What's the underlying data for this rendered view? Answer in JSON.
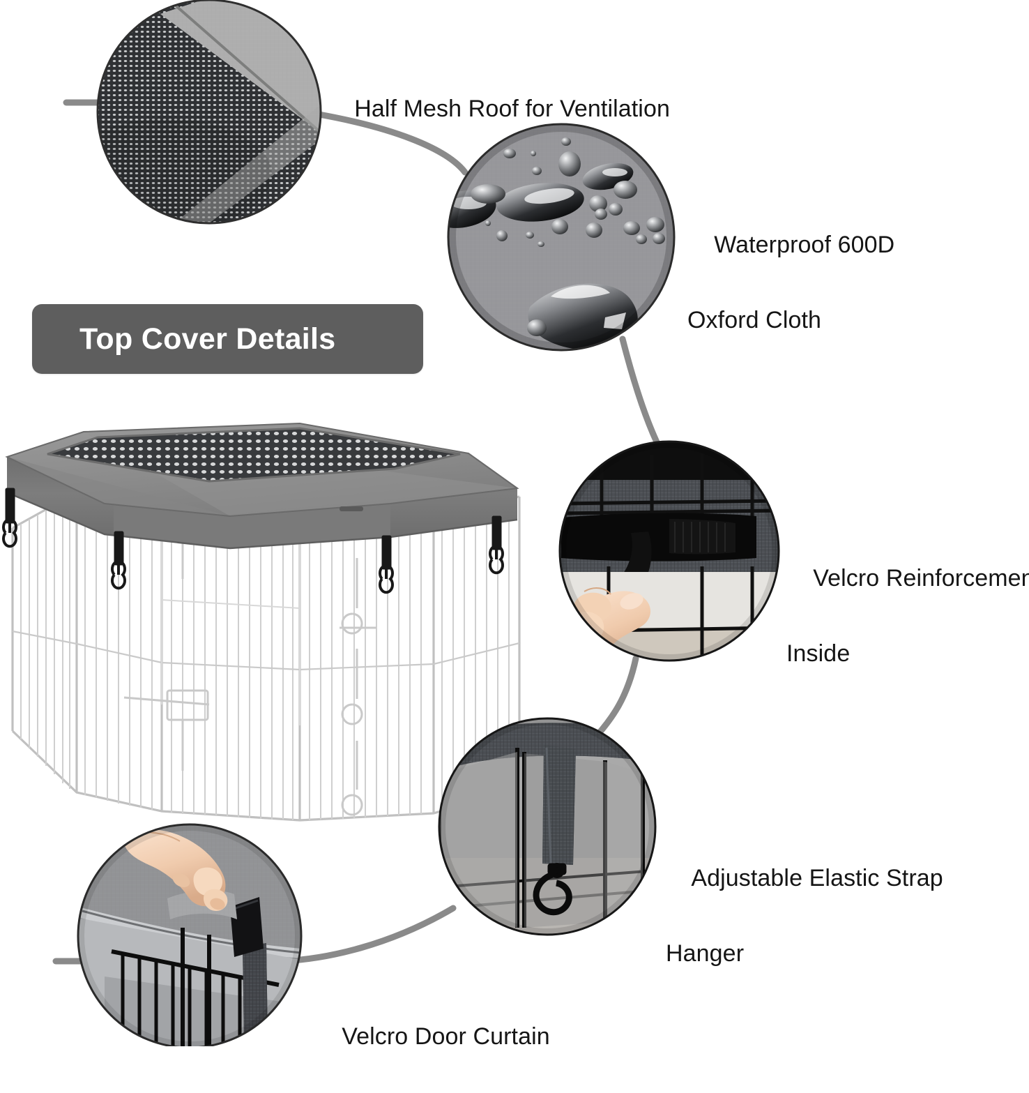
{
  "page": {
    "kind": "product-infographic",
    "background": "#ffffff",
    "accent": "#5e5e5e",
    "line_color": "#8a8a8a",
    "text_color": "#151515"
  },
  "badge": {
    "title": "Top Cover Details",
    "bg": "#5e5e5e",
    "text_color": "#ffffff"
  },
  "callouts": [
    {
      "id": "half-mesh-roof",
      "line1": "Half Mesh Roof for Ventilation",
      "line2": "",
      "icon": "mesh-fabric-closeup"
    },
    {
      "id": "waterproof-oxford",
      "line1": "Waterproof 600D",
      "line2": "Oxford Cloth",
      "icon": "water-droplets-closeup"
    },
    {
      "id": "velcro-reinforcement",
      "line1": "Velcro Reinforcement",
      "line2": "Inside",
      "icon": "hand-pulling-velcro-strap"
    },
    {
      "id": "elastic-strap-hanger",
      "line1": "Adjustable Elastic Strap",
      "line2": "Hanger",
      "icon": "strap-with-clip-hook"
    },
    {
      "id": "velcro-door-curtain",
      "line1": "Velcro Door Curtain",
      "line2": "",
      "icon": "hand-lifting-fabric-flap"
    }
  ],
  "product": {
    "name": "octagonal-pet-playpen-with-top-cover",
    "cover_color": "#8d8d8d",
    "mesh_color": "#3a3a3a",
    "pen_color": "#c9c9c9",
    "strap_color": "#1c1c1c"
  }
}
